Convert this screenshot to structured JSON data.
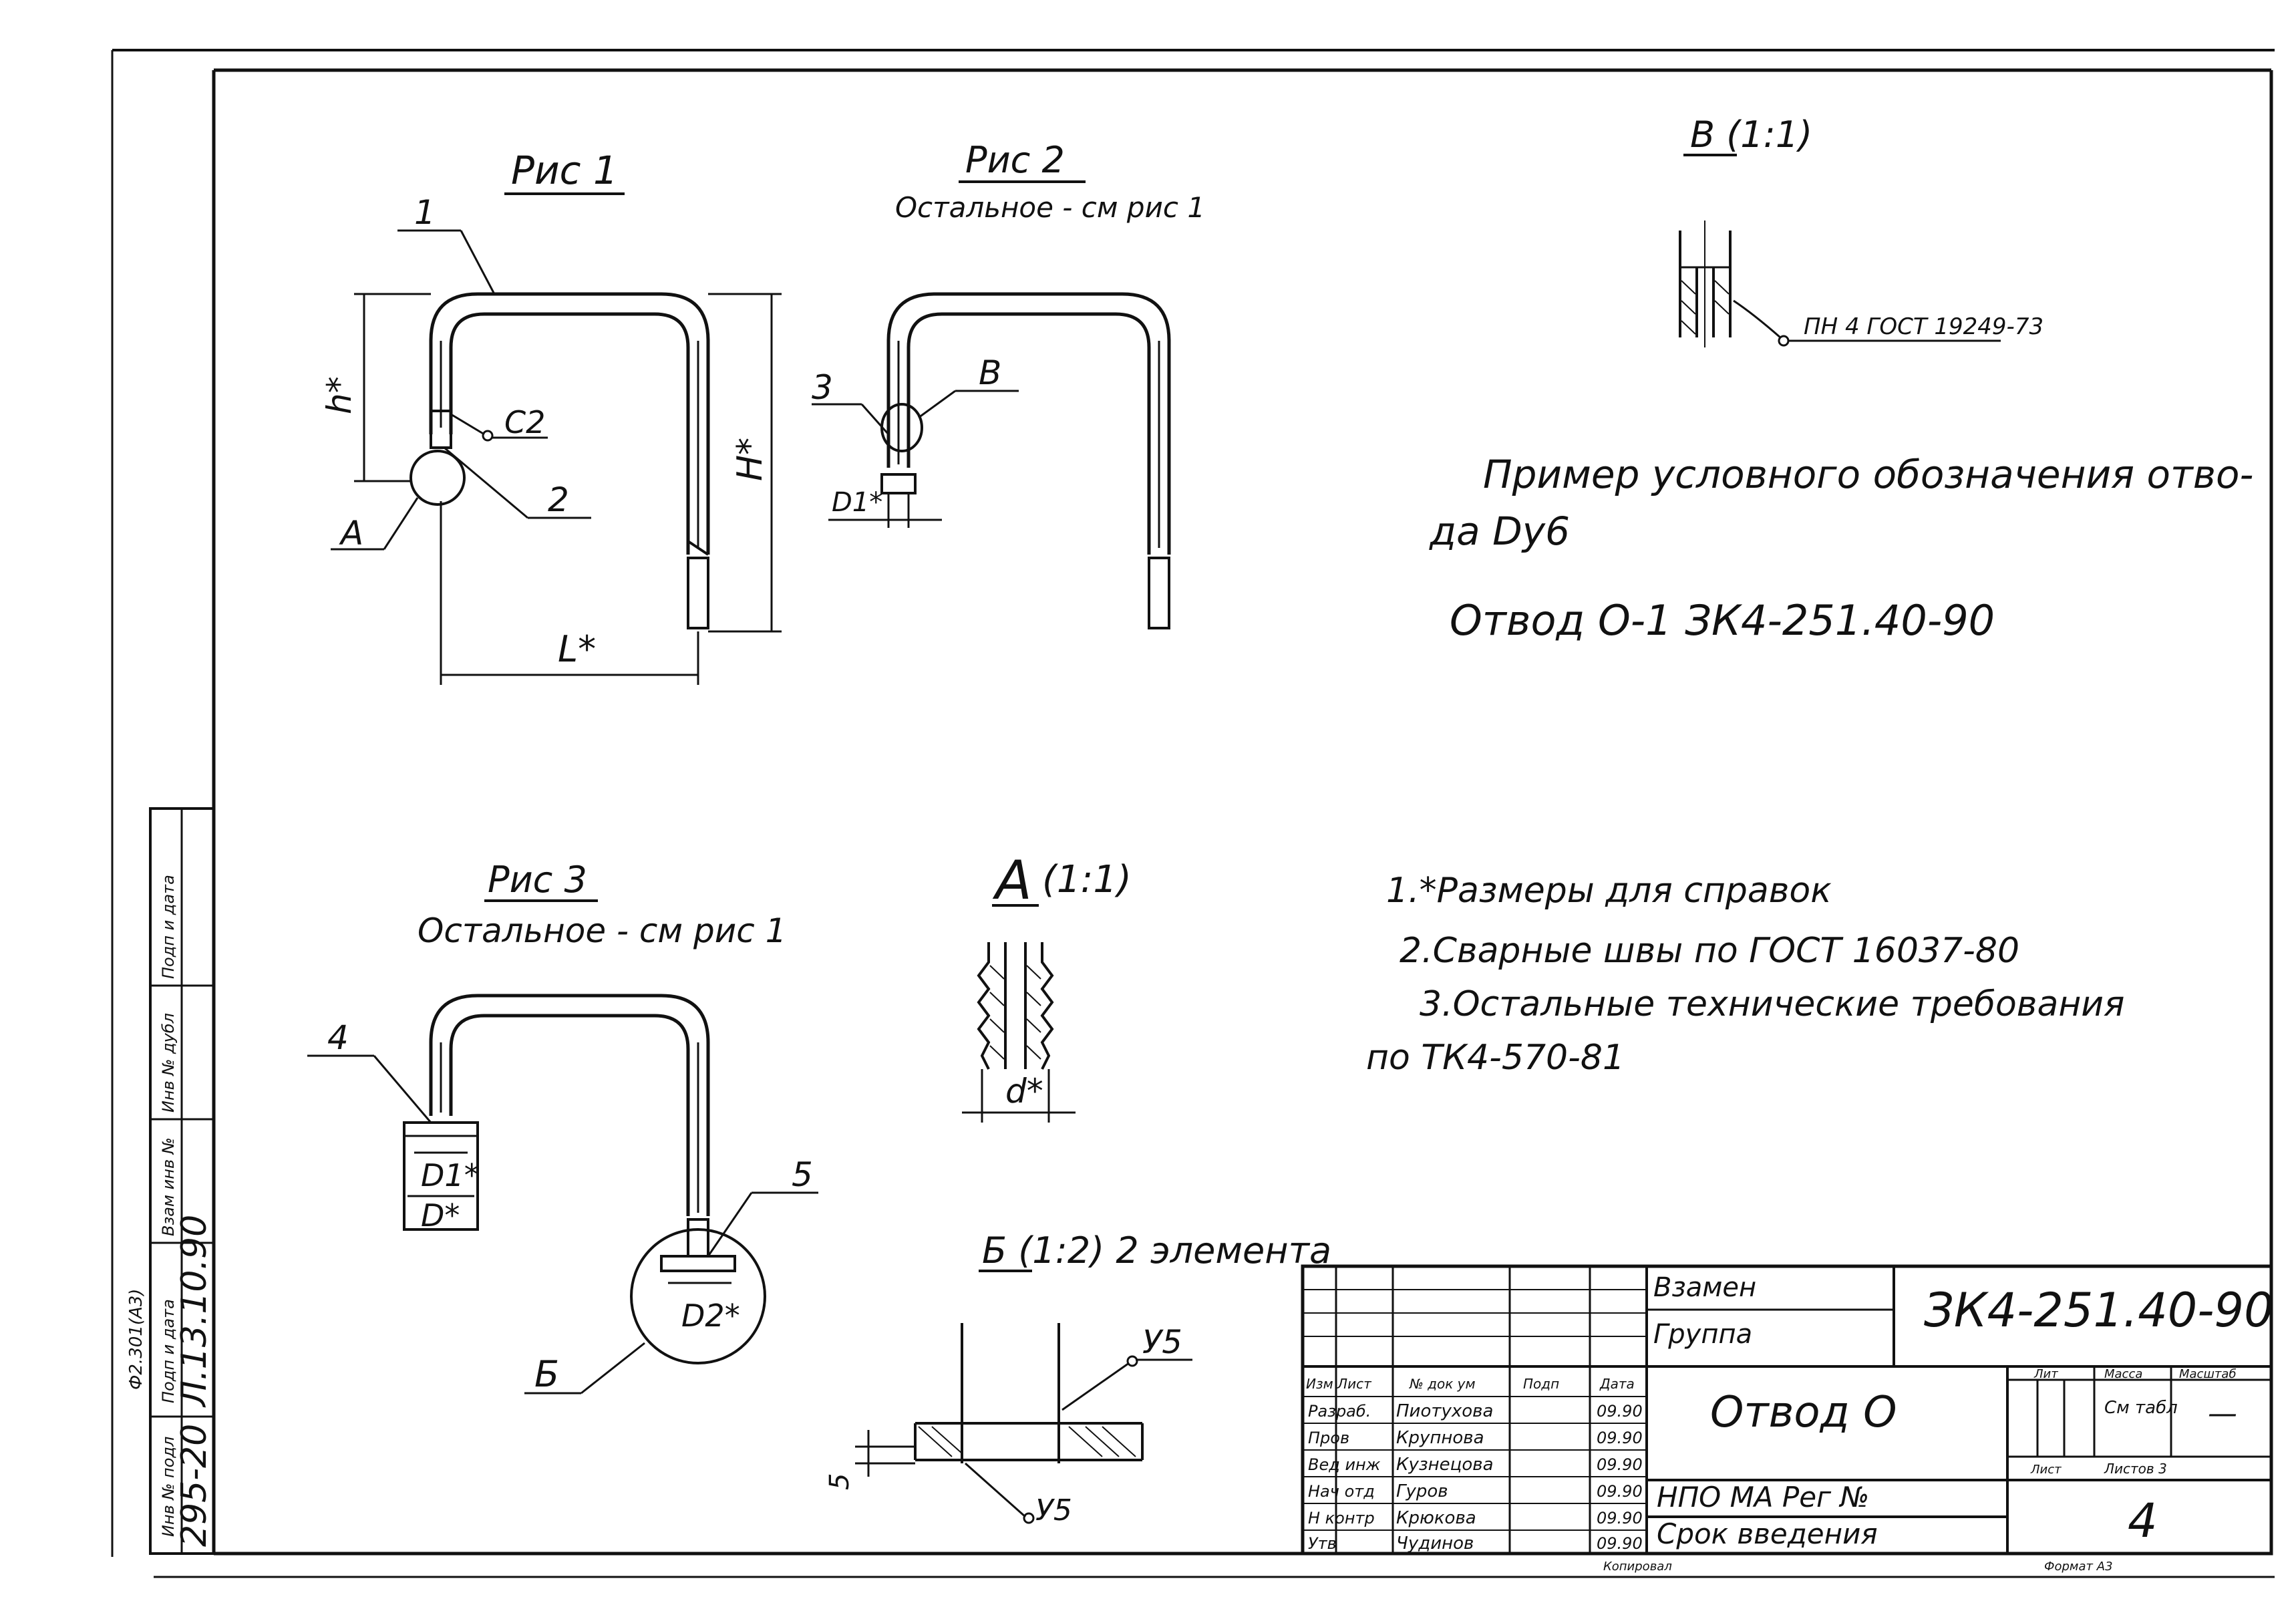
{
  "figures": {
    "fig1": {
      "title": "Рис 1",
      "leader_1": "1",
      "leader_2": "2",
      "weld_c2": "С2",
      "view_a": "А",
      "dim_h": "h*",
      "dim_H": "H*",
      "dim_L": "L*"
    },
    "fig2": {
      "title": "Рис 2",
      "subtitle": "Остальное - см рис 1",
      "leader_3": "3",
      "view_b": "В",
      "dim_d1": "D1*"
    },
    "fig3": {
      "title": "Рис 3",
      "subtitle": "Остальное - см рис 1",
      "leader_4": "4",
      "leader_5": "5",
      "view_b": "Б",
      "dim_d1": "D1*",
      "dim_d": "D*",
      "dim_d2": "D2*"
    }
  },
  "views": {
    "view_v": {
      "title": "В (1:1)",
      "weld_note": "ПН 4 ГОСТ 19249-73"
    },
    "view_a": {
      "title": "А",
      "scale": "(1:1)",
      "dim_d": "d*"
    },
    "view_b": {
      "title": "Б (1:2) 2 элемента",
      "weld_u5_top": "У5",
      "weld_u5_bottom": "У5",
      "dim_5": "5"
    }
  },
  "designation": {
    "line1": "Пример условного обозначения отво-",
    "line2": "да Dу6",
    "line3": "Отвод О-1 ЗК4-251.40-90"
  },
  "notes": {
    "n1": "1.*Размеры для справок",
    "n2": "2.Сварные швы по ГОСТ 16037-80",
    "n3a": "3.Остальные технические требования",
    "n3b": "по ТК4-570-81"
  },
  "left_strip": {
    "format_code": "Ф2.301(А3)",
    "cells": [
      "Инв № подл",
      "Подп и дата",
      "Взам инв №",
      "Инв № дубл",
      "Подп и дата"
    ],
    "inv_no": "295-20",
    "date": "Л.13.10.90"
  },
  "title_block": {
    "vzamen": "Взамен",
    "gruppa": "Группа",
    "doc_number": "ЗК4-251.40-90",
    "name": "Отвод О",
    "org": "НПО МА Рег №",
    "srok": "Срок введения",
    "header": {
      "izm": "Изм Лист",
      "doc": "№ док ум",
      "podp": "Подп",
      "date": "Дата"
    },
    "rows": [
      {
        "role": "Разраб.",
        "name": "Пиотухова",
        "date": "09.90"
      },
      {
        "role": "Пров",
        "name": "Крупнова",
        "date": "09.90"
      },
      {
        "role": "Вед инж",
        "name": "Кузнецова",
        "date": "09.90"
      },
      {
        "role": "Нач отд",
        "name": "Гуров",
        "date": "09.90"
      },
      {
        "role": "Н контр",
        "name": "Крюкова",
        "date": "09.90"
      },
      {
        "role": "Утв",
        "name": "Чудинов",
        "date": "09.90"
      }
    ],
    "lit_label": "Лит",
    "mass_label": "Масса",
    "scale_label": "Масштаб",
    "mass_value": "См табл",
    "scale_value": "—",
    "sheet_label": "Лист",
    "sheets_label": "Листов 3",
    "sheet_no": "4",
    "format": "Формат А3",
    "kopiroval": "Копировал"
  }
}
